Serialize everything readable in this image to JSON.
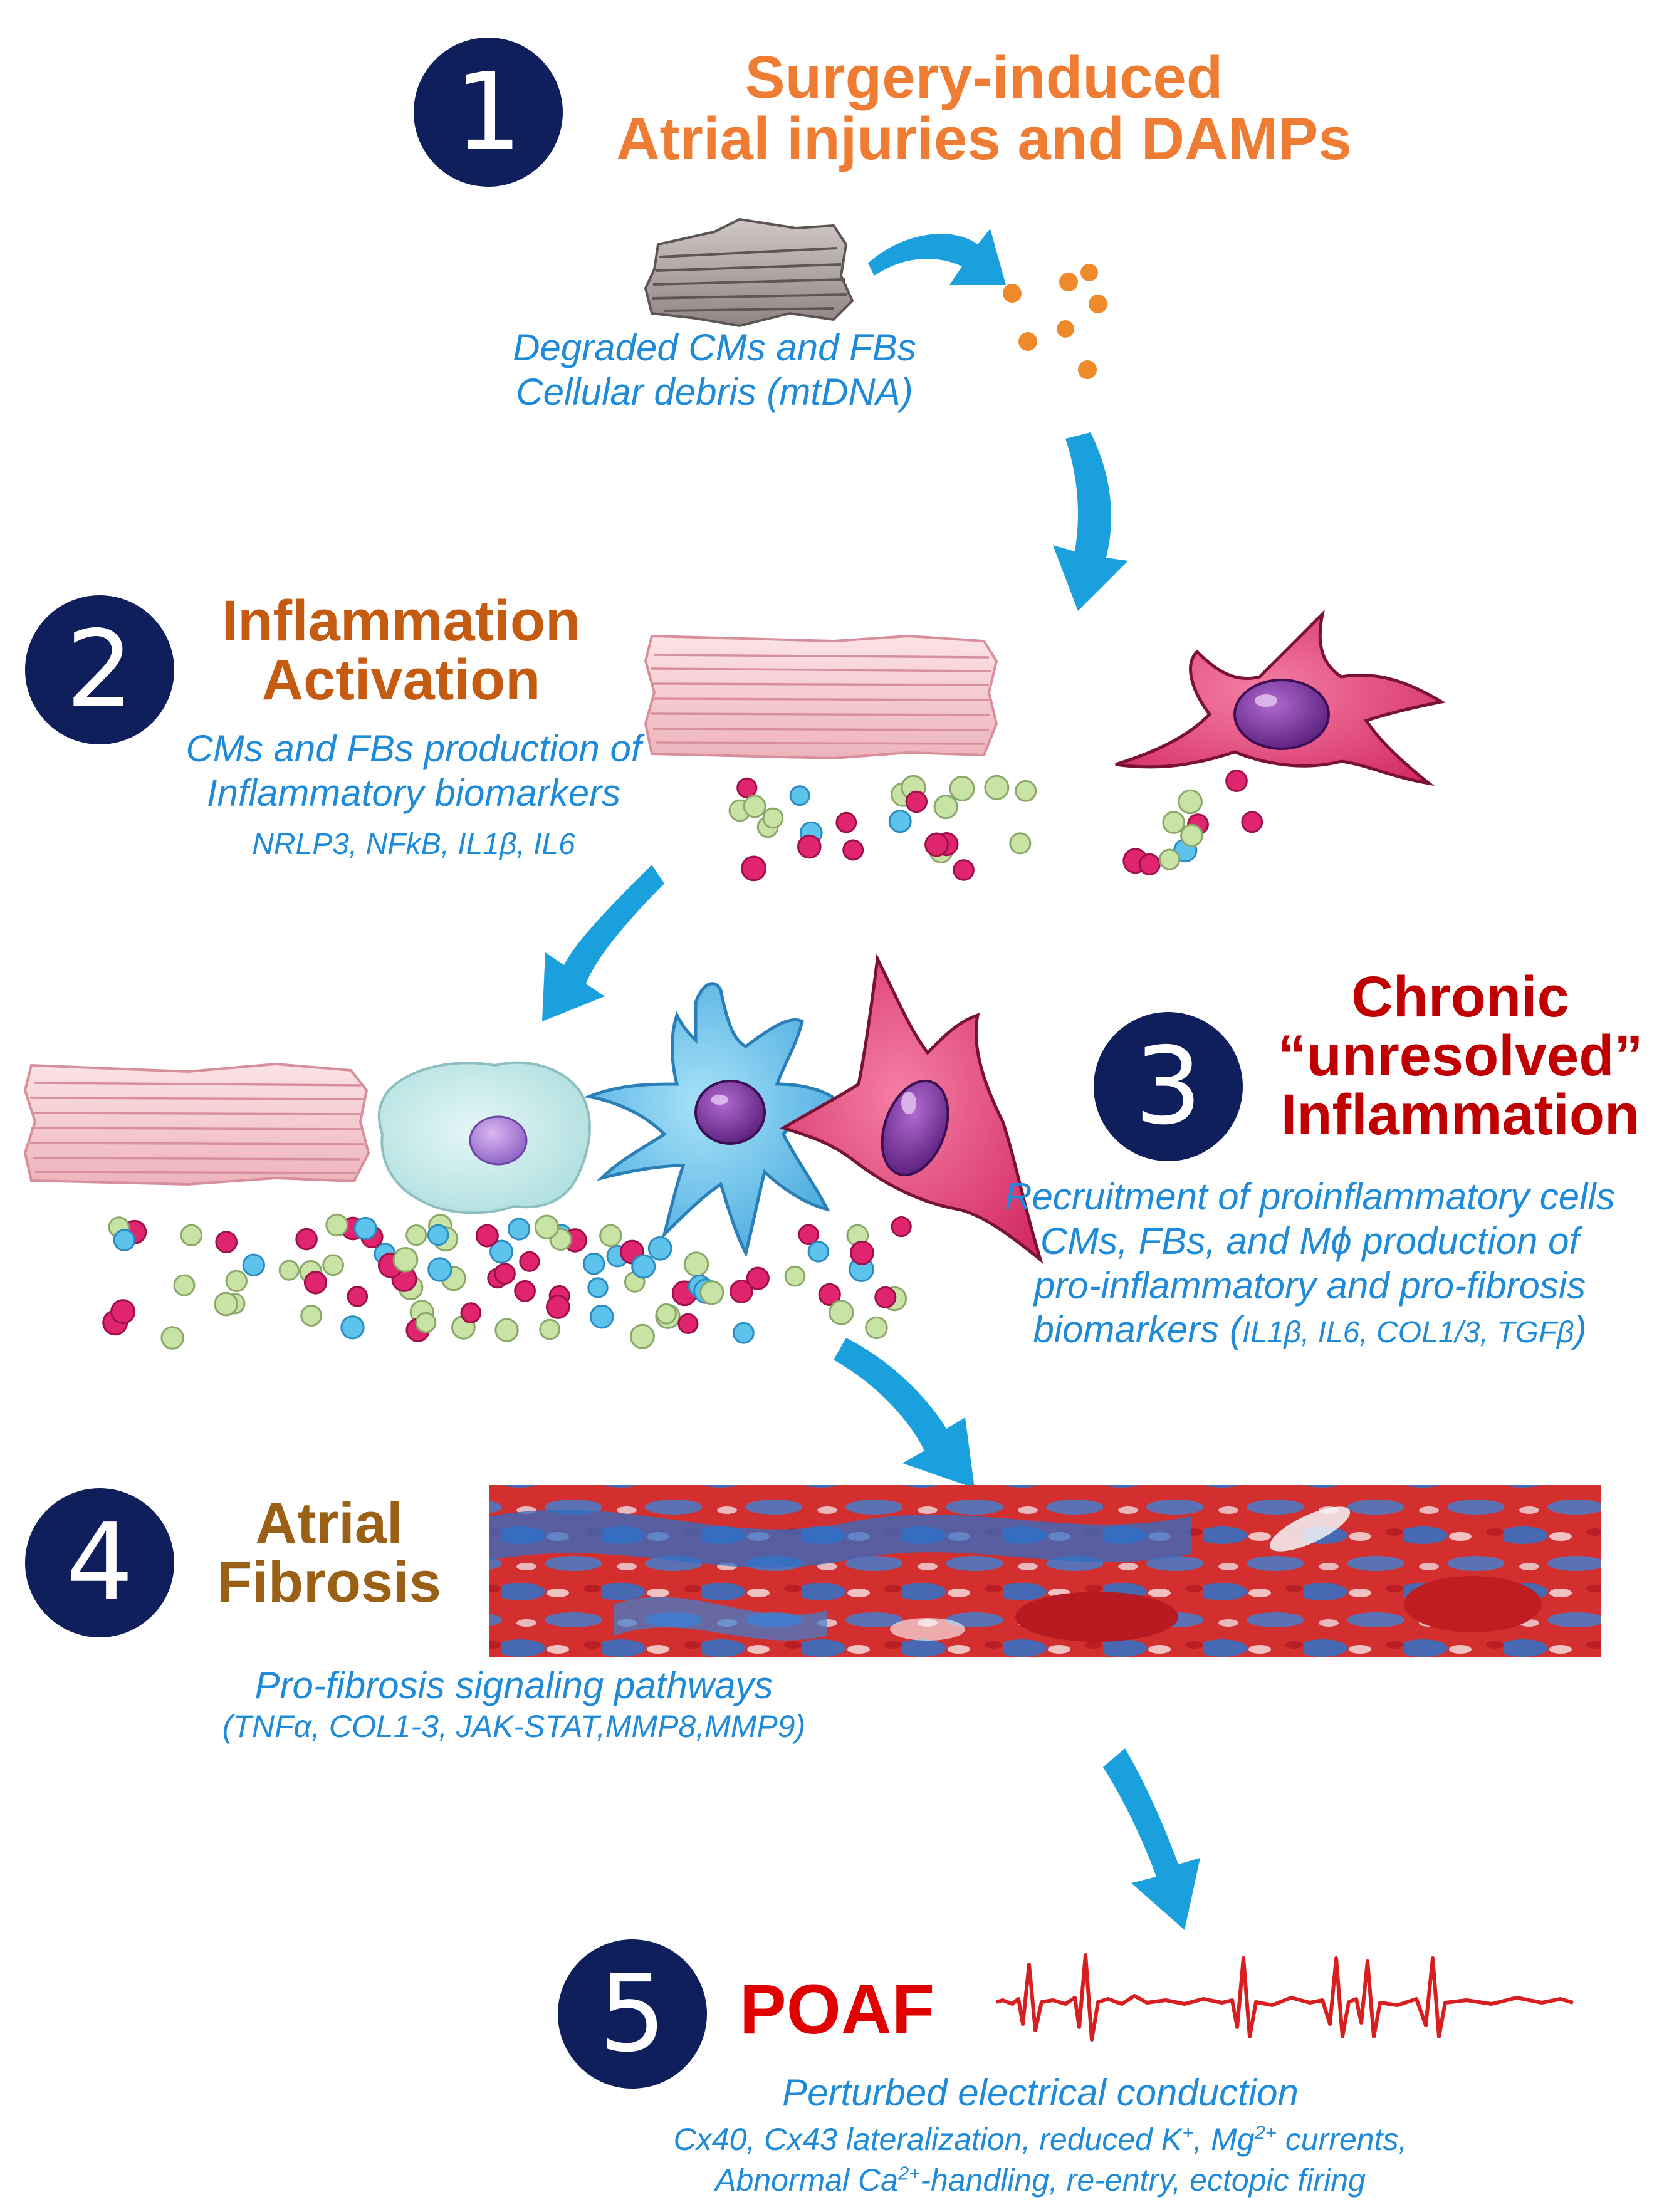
{
  "colors": {
    "circle": "#0f1f5c",
    "step1_title": "#ee7d33",
    "step2_title": "#c55a11",
    "step3_title": "#c00000",
    "step4_title": "#9a6116",
    "step5_title": "#e00000",
    "description": "#1f8ad8",
    "arrow": "#1aa0dc"
  },
  "steps": [
    {
      "number": "1",
      "title_lines": [
        "Surgery-induced",
        "Atrial injuries and DAMPs"
      ],
      "description_lines": [
        "Degraded CMs and FBs",
        "Cellular debris (mtDNA)"
      ]
    },
    {
      "number": "2",
      "title_lines": [
        "Inflammation",
        "Activation"
      ],
      "description_lines": [
        "CMs and FBs production of",
        "Inflammatory biomarkers"
      ],
      "biomarkers": "NRLP3, NFkB, IL1β, IL6"
    },
    {
      "number": "3",
      "title_lines": [
        "Chronic",
        "“unresolved”",
        "Inflammation"
      ],
      "description_lines": [
        "Recruitment of proinflammatory cells",
        "CMs, FBs, and Mϕ production of",
        "pro-inflammatory and pro-fibrosis"
      ],
      "biomarkers_prefix": "biomarkers (",
      "biomarkers": "IL1β, IL6, COL1/3, TGFβ",
      "biomarkers_suffix": ")"
    },
    {
      "number": "4",
      "title_lines": [
        "Atrial",
        "Fibrosis"
      ],
      "description_lines": [
        "Pro-fibrosis signaling pathways",
        "(TNFα, COL1-3, JAK-STAT,MMP8,MMP9)"
      ]
    },
    {
      "number": "5",
      "title_lines": [
        "POAF"
      ],
      "description_lines": [
        "Perturbed electrical conduction"
      ],
      "detail_line1": {
        "a": "Cx40, Cx43 lateralization, reduced K",
        "a_sup": "+",
        "b": ", Mg",
        "b_sup": "2+",
        "c": " currents,"
      },
      "detail_line2": {
        "a": "Abnormal Ca",
        "a_sup": "2+",
        "b": "-handling, re-entry, ectopic firing"
      }
    }
  ]
}
